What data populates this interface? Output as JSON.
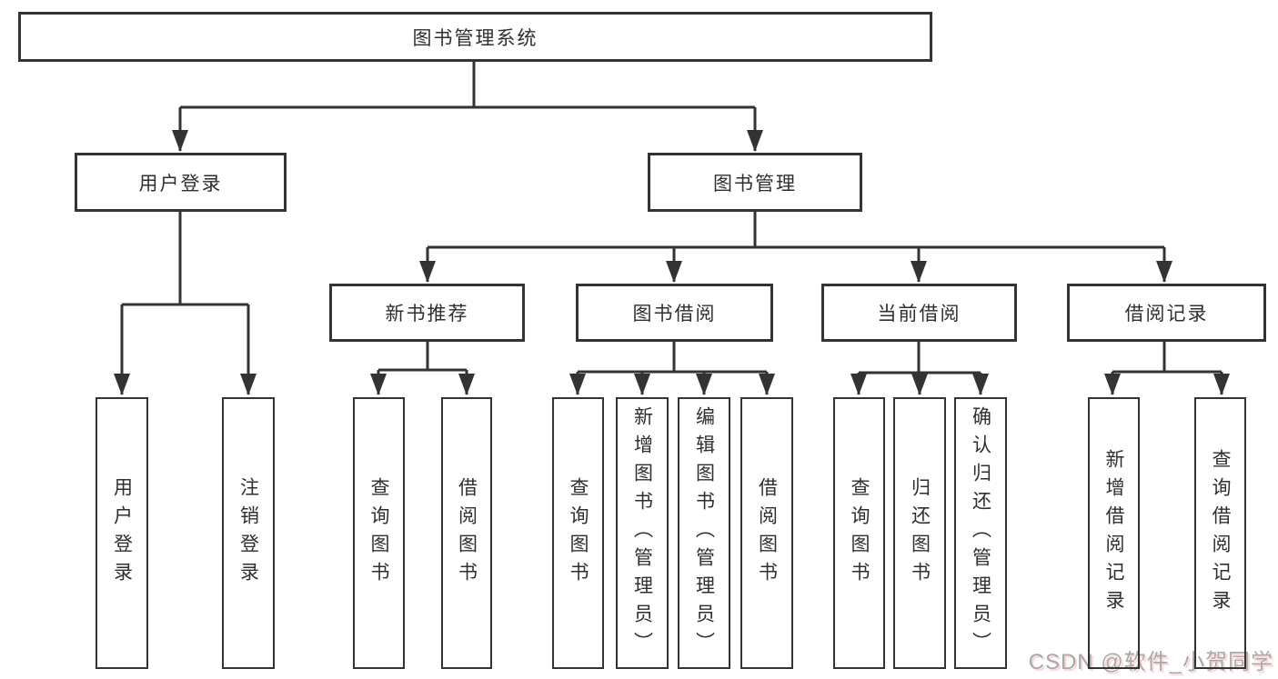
{
  "tree": {
    "label": "图书管理系统",
    "children": [
      {
        "label": "用户登录",
        "children": [
          {
            "label": "用户登录"
          },
          {
            "label": "注销登录"
          }
        ]
      },
      {
        "label": "图书管理",
        "children": [
          {
            "label": "新书推荐",
            "children": [
              {
                "label": "查询图书"
              },
              {
                "label": "借阅图书"
              }
            ]
          },
          {
            "label": "图书借阅",
            "children": [
              {
                "label": "查询图书"
              },
              {
                "label": "新增图书（管理员）"
              },
              {
                "label": "编辑图书（管理员）"
              },
              {
                "label": "借阅图书"
              }
            ]
          },
          {
            "label": "当前借阅",
            "children": [
              {
                "label": "查询图书"
              },
              {
                "label": "归还图书"
              },
              {
                "label": "确认归还（管理员）"
              }
            ]
          },
          {
            "label": "借阅记录",
            "children": [
              {
                "label": "新增借阅记录"
              },
              {
                "label": "查询借阅记录"
              }
            ]
          }
        ]
      }
    ]
  },
  "watermark": {
    "text": "CSDN @软件_小贺同学"
  },
  "colors": {
    "line": "#333333",
    "text": "#2f2f2f",
    "background": "#ffffff",
    "watermark": "#a9a9a9"
  }
}
